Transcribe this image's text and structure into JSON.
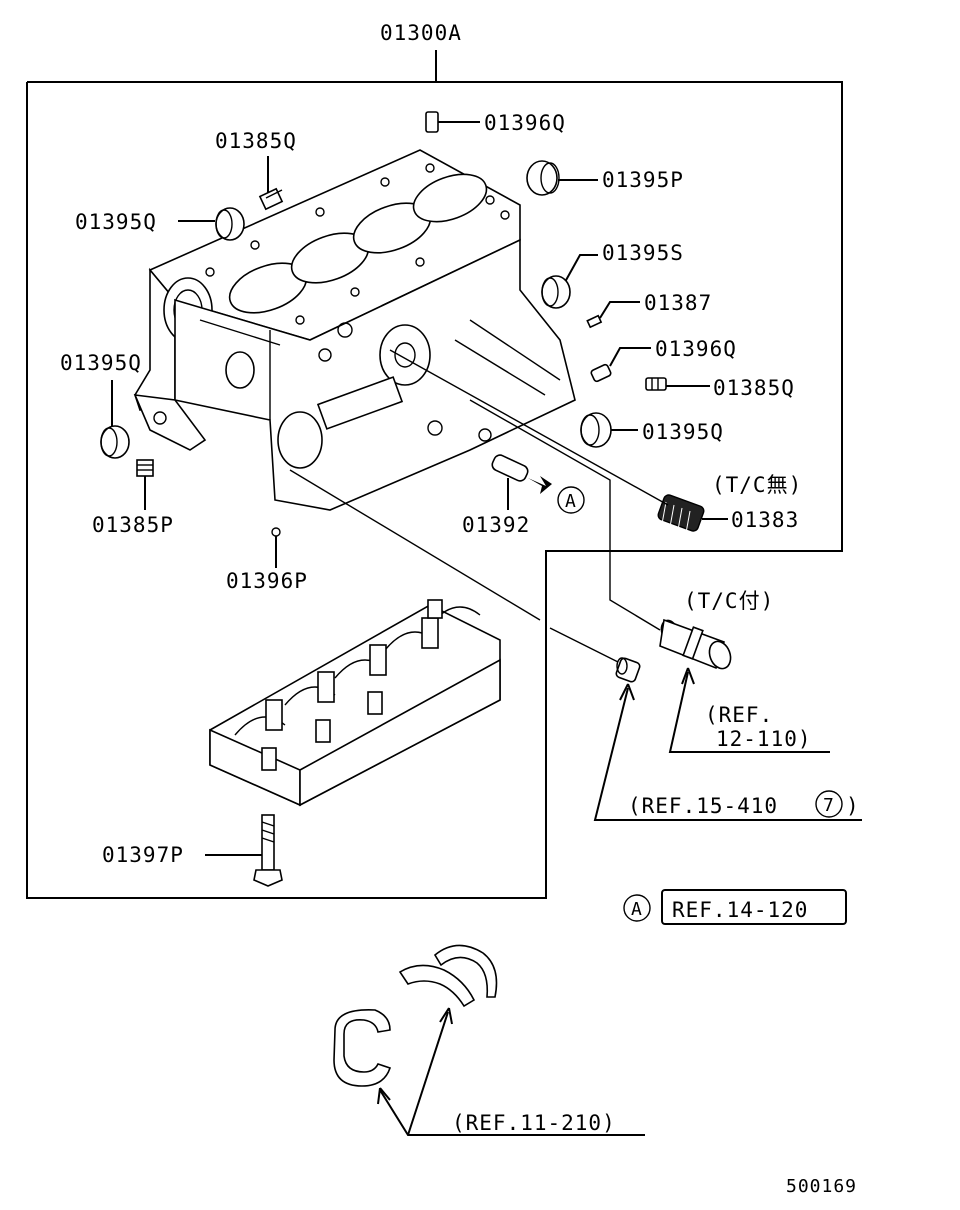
{
  "diagram": {
    "assembly_label": "01300A",
    "parts": {
      "p01396Q_top": "01396Q",
      "p01385Q_top": "01385Q",
      "p01395P": "01395P",
      "p01395Q_left": "01395Q",
      "p01395S": "01395S",
      "p01387": "01387",
      "p01396Q_right": "01396Q",
      "p01395Q_left2": "01395Q",
      "p01385Q_right": "01385Q",
      "p01395Q_right": "01395Q",
      "p01385P": "01385P",
      "p01392": "01392",
      "p01383": "01383",
      "p01396P": "01396P",
      "p01397P": "01397P"
    },
    "notes": {
      "tc_without": "(T/C無)",
      "tc_with": "(T/C付)",
      "ref_12_110_a": "(REF.",
      "ref_12_110_b": "12-110)",
      "ref_15_410": "(REF.15-410",
      "ref_15_410_num": "7",
      "ref_15_410_close": ")",
      "ref_14_120_marker": "A",
      "ref_14_120": "REF.14-120",
      "ref_11_210": "(REF.11-210)",
      "arrow_marker": "A"
    },
    "figure_number": "500169"
  }
}
